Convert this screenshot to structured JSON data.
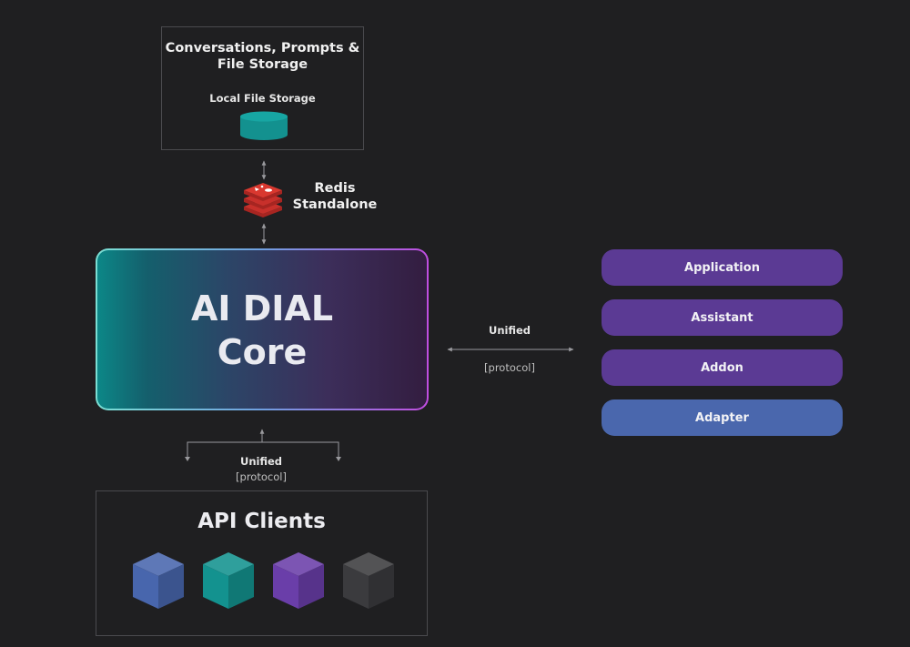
{
  "storage": {
    "title": "Conversations, Prompts &\nFile Storage",
    "subtitle": "Local File Storage",
    "icon": "database-icon",
    "color": "#13918f"
  },
  "redis": {
    "label": "Redis\nStandalone",
    "icon": "redis-icon",
    "color": "#c8302b"
  },
  "core": {
    "title": "AI DIAL\nCore"
  },
  "right_link": {
    "label": "Unified",
    "protocol": "[protocol]"
  },
  "bottom_link": {
    "label": "Unified",
    "protocol": "[protocol]"
  },
  "components": [
    {
      "label": "Application",
      "color": "#5b3a94"
    },
    {
      "label": "Assistant",
      "color": "#5b3a94"
    },
    {
      "label": "Addon",
      "color": "#5b3a94"
    },
    {
      "label": "Adapter",
      "color": "#4a67ad"
    }
  ],
  "clients": {
    "title": "API Clients",
    "cube_colors": [
      "#4866ad",
      "#13928f",
      "#6a3ea9",
      "#3b3b3e"
    ]
  }
}
